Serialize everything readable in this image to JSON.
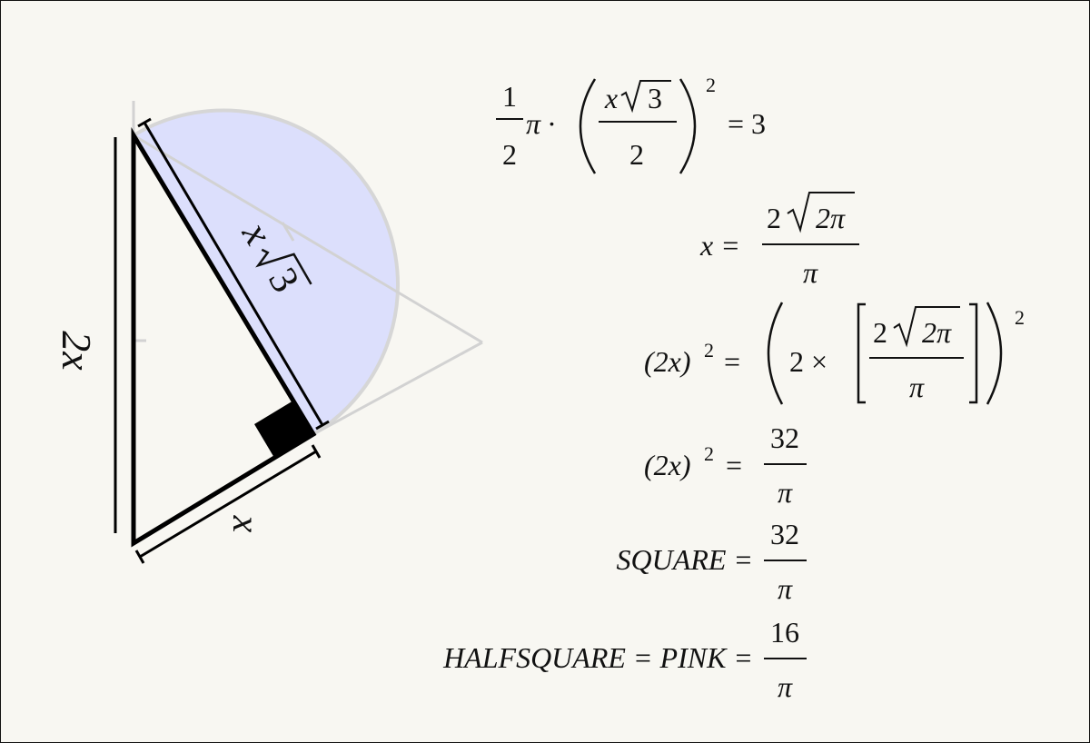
{
  "colors": {
    "background": "#f8f7f2",
    "semicircle_fill": "#dcdffc",
    "ghost_lines": "#d2d2d2",
    "ink": "#111111"
  },
  "diagram": {
    "label_2x": "2x",
    "label_hyp": "x",
    "label_hyp_radicand": "3",
    "label_base": "x"
  },
  "equations": {
    "eq1": {
      "coef_num": "1",
      "coef_den": "2",
      "pi_dot": "π ·",
      "inner_num_x": "x",
      "inner_radicand": "3",
      "inner_den": "2",
      "exp": "2",
      "rhs": "= 3"
    },
    "eq2": {
      "lhs": "x =",
      "num_coef": "2",
      "radicand": "2π",
      "den": "π"
    },
    "eq3": {
      "lhs": "(2x)",
      "lhs_exp": "2",
      "eq": "=",
      "two_times": "2 ×",
      "num_coef": "2",
      "radicand": "2π",
      "den": "π",
      "exp": "2"
    },
    "eq4": {
      "lhs": "(2x)",
      "lhs_exp": "2",
      "eq": "=",
      "num": "32",
      "den": "π"
    },
    "eq5": {
      "lhs": "SQUARE =",
      "num": "32",
      "den": "π"
    },
    "eq6": {
      "lhs": "HALFSQUARE = PINK =",
      "num": "16",
      "den": "π"
    }
  }
}
